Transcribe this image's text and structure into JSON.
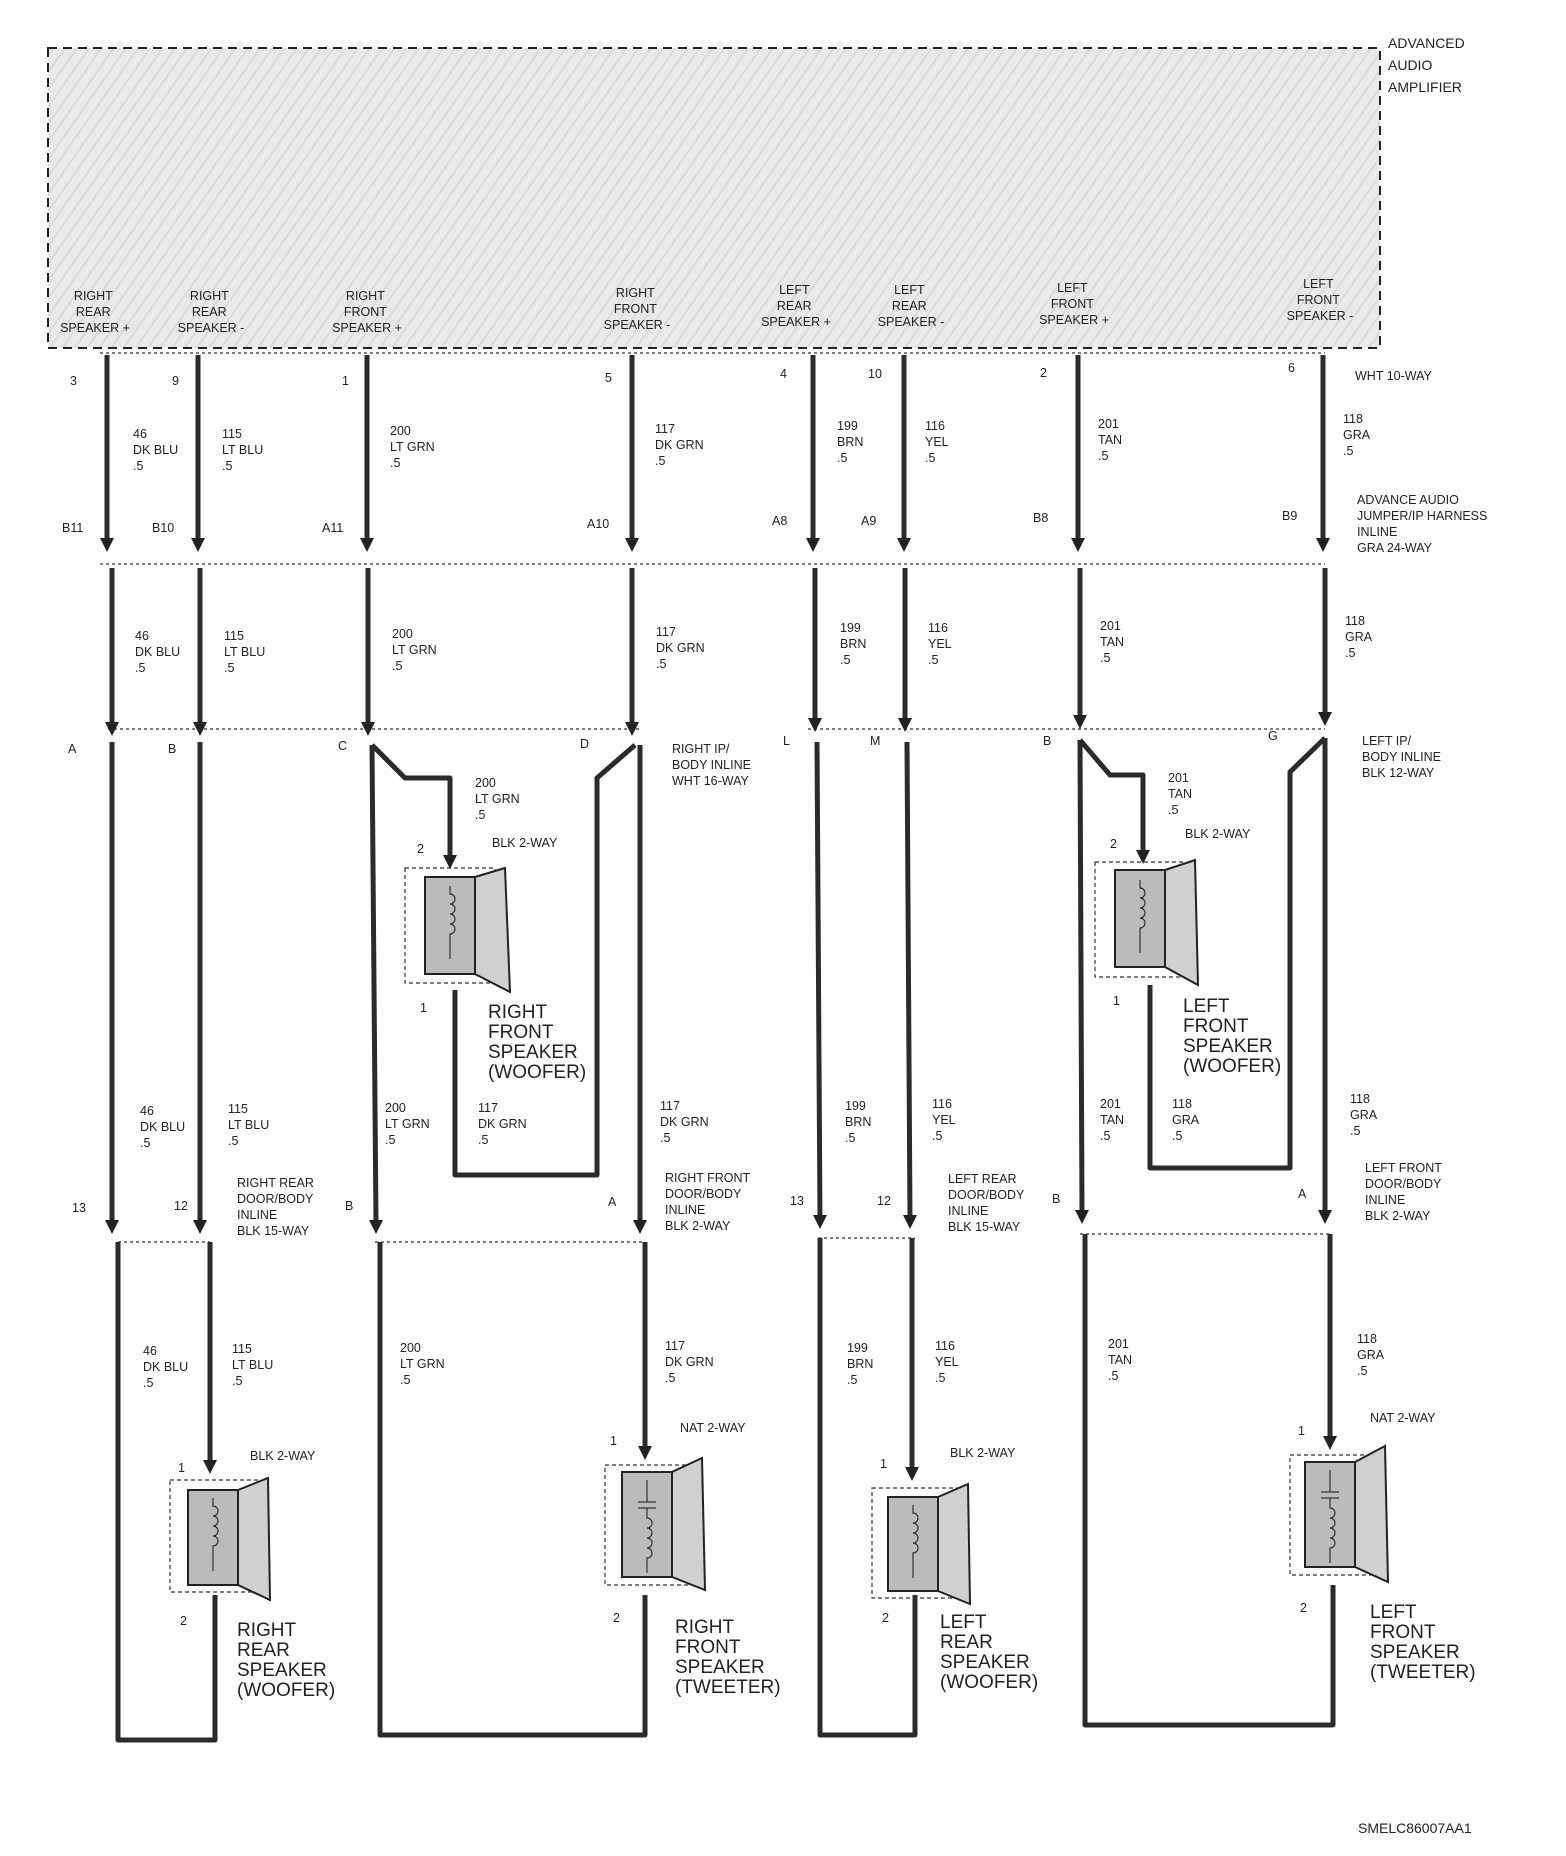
{
  "amplifier": {
    "title_lines": [
      "ADVANCED",
      "AUDIO",
      "AMPLIFIER"
    ],
    "terminals": [
      {
        "lines": [
          "RIGHT",
          "REAR",
          "SPEAKER +"
        ]
      },
      {
        "lines": [
          "RIGHT",
          "REAR",
          "SPEAKER -"
        ]
      },
      {
        "lines": [
          "RIGHT",
          "FRONT",
          "SPEAKER +"
        ]
      },
      {
        "lines": [
          "RIGHT",
          "FRONT",
          "SPEAKER -"
        ]
      },
      {
        "lines": [
          "LEFT",
          "REAR",
          "SPEAKER +"
        ]
      },
      {
        "lines": [
          "LEFT",
          "REAR",
          "SPEAKER -"
        ]
      },
      {
        "lines": [
          "LEFT",
          "FRONT",
          "SPEAKER +"
        ]
      },
      {
        "lines": [
          "LEFT",
          "FRONT",
          "SPEAKER -"
        ]
      }
    ]
  },
  "circuits": [
    {
      "num": "46",
      "color": "DK BLU",
      "gauge": ".5"
    },
    {
      "num": "115",
      "color": "LT BLU",
      "gauge": ".5"
    },
    {
      "num": "200",
      "color": "LT GRN",
      "gauge": ".5"
    },
    {
      "num": "117",
      "color": "DK GRN",
      "gauge": ".5"
    },
    {
      "num": "199",
      "color": "BRN",
      "gauge": ".5"
    },
    {
      "num": "116",
      "color": "YEL",
      "gauge": ".5"
    },
    {
      "num": "201",
      "color": "TAN",
      "gauge": ".5"
    },
    {
      "num": "118",
      "color": "GRA",
      "gauge": ".5"
    }
  ],
  "connectors": {
    "amp": {
      "pins": [
        "3",
        "9",
        "1",
        "5",
        "4",
        "10",
        "2",
        "6"
      ],
      "label_lines": [
        "WHT 10-WAY"
      ]
    },
    "jumper": {
      "pins": [
        "B11",
        "B10",
        "A11",
        "A10",
        "A8",
        "A9",
        "B8",
        "B9"
      ],
      "label_lines": [
        "ADVANCE AUDIO",
        "JUMPER/IP HARNESS",
        "INLINE",
        "GRA 24-WAY"
      ]
    },
    "right_ip": {
      "pins": [
        "A",
        "B",
        "C",
        "D"
      ],
      "label_lines": [
        "RIGHT IP/",
        "BODY INLINE",
        "WHT 16-WAY"
      ]
    },
    "left_ip": {
      "pins": [
        "L",
        "M",
        "B",
        "G"
      ],
      "label_lines": [
        "LEFT IP/",
        "BODY INLINE",
        "BLK 12-WAY"
      ]
    },
    "right_rear_door": {
      "pins": [
        "13",
        "12"
      ],
      "label_lines": [
        "RIGHT REAR",
        "DOOR/BODY",
        "INLINE",
        "BLK 15-WAY"
      ]
    },
    "right_front_door": {
      "pins": [
        "B",
        "A"
      ],
      "label_lines": [
        "RIGHT FRONT",
        "DOOR/BODY",
        "INLINE",
        "BLK 2-WAY"
      ]
    },
    "left_rear_door": {
      "pins": [
        "13",
        "12"
      ],
      "label_lines": [
        "LEFT REAR",
        "DOOR/BODY",
        "INLINE",
        "BLK 15-WAY"
      ]
    },
    "left_front_door": {
      "pins": [
        "B",
        "A"
      ],
      "label_lines": [
        "LEFT FRONT",
        "DOOR/BODY",
        "INLINE",
        "BLK 2-WAY"
      ]
    }
  },
  "speakers": [
    {
      "id": "rf_woofer",
      "connector": "BLK 2-WAY",
      "pin_top": "2",
      "pin_bottom": "1",
      "name_lines": [
        "RIGHT",
        "FRONT",
        "SPEAKER",
        "(WOOFER)"
      ]
    },
    {
      "id": "lf_woofer",
      "connector": "BLK 2-WAY",
      "pin_top": "2",
      "pin_bottom": "1",
      "name_lines": [
        "LEFT",
        "FRONT",
        "SPEAKER",
        "(WOOFER)"
      ]
    },
    {
      "id": "rr_woofer",
      "connector": "BLK 2-WAY",
      "pin_top": "1",
      "pin_bottom": "2",
      "name_lines": [
        "RIGHT",
        "REAR",
        "SPEAKER",
        "(WOOFER)"
      ]
    },
    {
      "id": "rf_tweeter",
      "connector": "NAT 2-WAY",
      "pin_top": "1",
      "pin_bottom": "2",
      "name_lines": [
        "RIGHT",
        "FRONT",
        "SPEAKER",
        "(TWEETER)"
      ]
    },
    {
      "id": "lr_woofer",
      "connector": "BLK 2-WAY",
      "pin_top": "1",
      "pin_bottom": "2",
      "name_lines": [
        "LEFT",
        "REAR",
        "SPEAKER",
        "(WOOFER)"
      ]
    },
    {
      "id": "lf_tweeter",
      "connector": "NAT 2-WAY",
      "pin_top": "1",
      "pin_bottom": "2",
      "name_lines": [
        "LEFT",
        "FRONT",
        "SPEAKER",
        "(TWEETER)"
      ]
    }
  ],
  "figure_id": "SMELC86007AA1"
}
